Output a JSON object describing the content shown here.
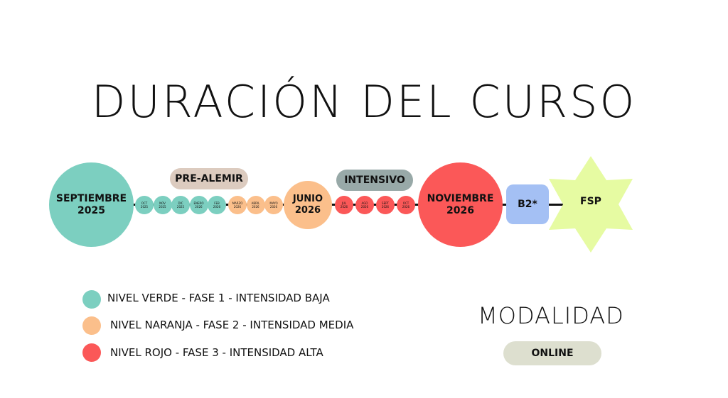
{
  "title": "DURACIÓN DEL CURSO",
  "colors": {
    "verde": "#7ccfc0",
    "naranja": "#fbbf8b",
    "rojo": "#fb5858",
    "pre_alemir": "#dccbbf",
    "intensivo": "#98a9a8",
    "b2": "#a4c0f4",
    "fsp": "#e6fba2",
    "modalidad_pill": "#dddfcf"
  },
  "timeline": {
    "start": {
      "line1": "SEPTIEMBRE",
      "line2": "2025"
    },
    "junio": {
      "line1": "JUNIO",
      "line2": "2026"
    },
    "noviembre": {
      "line1": "NOVIEMBRE",
      "line2": "2026"
    },
    "b2": "B2*",
    "fsp": "FSP",
    "pre_alemir": "PRE-ALEMIR",
    "intensivo": "INTENSIVO",
    "green_months": [
      {
        "m": "OCT",
        "y": "2025"
      },
      {
        "m": "NOV",
        "y": "2025"
      },
      {
        "m": "DIC",
        "y": "2025"
      },
      {
        "m": "ENERO",
        "y": "2026"
      },
      {
        "m": "FEB",
        "y": "2026"
      }
    ],
    "orange_months": [
      {
        "m": "MARZO",
        "y": "2026"
      },
      {
        "m": "ABRIL",
        "y": "2026"
      },
      {
        "m": "MAYO",
        "y": "2026"
      }
    ],
    "red_months": [
      {
        "m": "JUL",
        "y": "2026"
      },
      {
        "m": "AGO",
        "y": "2026"
      },
      {
        "m": "SEPT",
        "y": "2026"
      },
      {
        "m": "OCT",
        "y": "2026"
      }
    ]
  },
  "legend": [
    "NIVEL VERDE - FASE 1 - INTENSIDAD BAJA",
    "NIVEL NARANJA - FASE 2 - INTENSIDAD MEDIA",
    "NIVEL ROJO - FASE 3 - INTENSIDAD ALTA"
  ],
  "modalidad": {
    "title": "MODALIDAD",
    "value": "ONLINE"
  }
}
